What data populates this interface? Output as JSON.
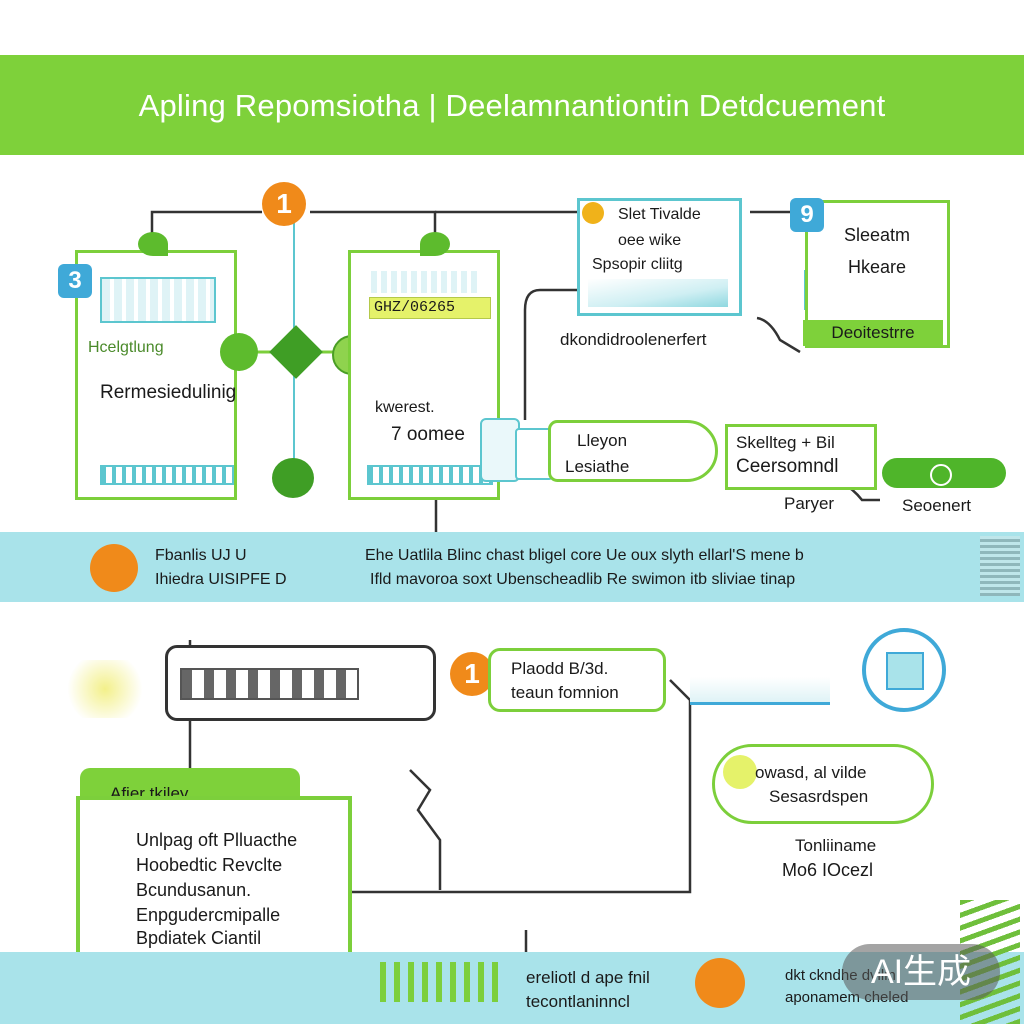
{
  "header": {
    "title": "Apling Repomsiotha | Deelamnantiontin Detdcuement"
  },
  "badges": {
    "top_number": "1",
    "left_panel_number": "3",
    "right_panel_number": "9",
    "lower_number": "1"
  },
  "panels": {
    "left": {
      "label_top": "Hcelgtlung",
      "label_main": "Rermesiedulinig"
    },
    "center": {
      "code_strip": "GHZ/06265",
      "line1": "kwerest.",
      "line2": "7 oomee"
    },
    "upper_right": {
      "line1": "Slet Tivalde",
      "line2": "oee wike",
      "line3": "Spsopir cliitg",
      "caption": "dkondidroolenerfert"
    },
    "far_right": {
      "line1": "Sleeatm",
      "line2": "Hkeare",
      "tag": "Deoitestrre"
    },
    "mid_right": {
      "line1": "Lleyon",
      "line2": "Lesiathe"
    },
    "right_box": {
      "line1": "Skellteg + Bil",
      "line2": "Ceersomndl",
      "caption": "Paryer",
      "node_label": "Seoenert"
    }
  },
  "info_band": {
    "left_line1": "Fbanlis UJ U",
    "left_line2": "Ihiedra UISIPFE D",
    "right_line1": "Ehe Uatlila Blinc chast bligel core Ue oux slyth ellarl'S mene b",
    "right_line2": "Ifld mavoroa soxt Ubenscheadlib Re swimon itb sliviae tinap"
  },
  "lower": {
    "callout_line1": "Plaodd B/3d.",
    "callout_line2": "teaun fomnion",
    "folder_tab": "Afier tkiley",
    "folder_lines": [
      "Unlpag oft Plluacthe",
      "Hoobedtic Revclte",
      "Bcundusanun.",
      "Enpgudercmipalle",
      "Bpdiatek Ciantil"
    ],
    "right_pill_line1": "owasd, al vilde",
    "right_pill_line2": "Sesasrdspen",
    "right_caption_line1": "Tonliiname",
    "right_caption_line2": "Mo6 IOcezl"
  },
  "footer_band": {
    "center_line1": "ereliotl d ape fnil",
    "center_line2": "tecontlaninncl",
    "right_line1": "dkt ckndhe dvilin",
    "right_line2": "aponamem cheled"
  },
  "watermark": "AI生成",
  "colors": {
    "header_green": "#7ed13a",
    "panel_green": "#7ccf3b",
    "panel_cyan": "#5cc6cf",
    "band_cyan": "#a9e3ea",
    "badge_orange": "#f08a1a",
    "badge_blue": "#3fa9d8"
  },
  "icons": [
    "plant-icon",
    "orange-person-icon",
    "doc-icon",
    "gear-icon"
  ]
}
